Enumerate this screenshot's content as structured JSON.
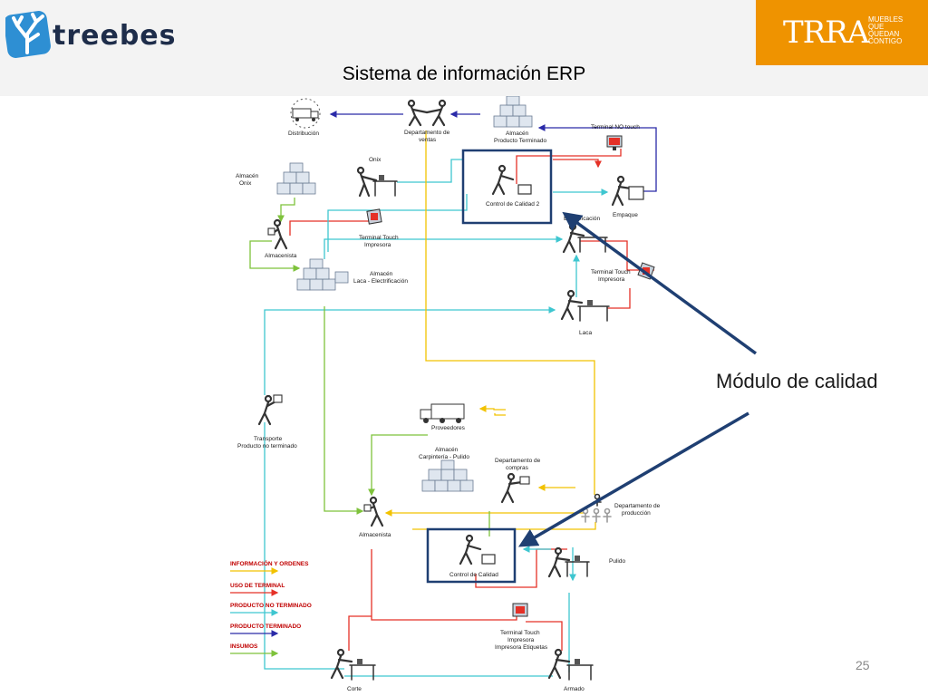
{
  "header": {
    "logo_text": "treebes",
    "brand_mark": "TRRA",
    "brand_tagline": [
      "MUEBLES",
      "QUE",
      "QUEDAN",
      "CONTIGO"
    ]
  },
  "title": "Sistema de información ERP",
  "callout": {
    "label": "Módulo de calidad"
  },
  "page_number": "25",
  "colors": {
    "informacion_ordenes": "#f2c200",
    "uso_de_terminal": "#e53127",
    "producto_no_terminado": "#3ec6d0",
    "producto_terminado": "#2a2aa8",
    "insumos": "#7ec23b",
    "callout_arrow": "#1f3f72",
    "brand_orange": "#ef9300",
    "highlight_box": "#1f3f72"
  },
  "diagram": {
    "nodes": {
      "distribucion": "Distribución",
      "ventas": [
        "Departamento de",
        "ventas"
      ],
      "almacen_terminado": [
        "Almacén",
        "Producto Terminado"
      ],
      "terminal_no_touch": "Terminal NO touch",
      "almacen_onix": [
        "Almacén",
        "Onix"
      ],
      "onix": "Onix",
      "control_calidad_2": "Control de Calidad 2",
      "empaque": "Empaque",
      "almacenista_top": "Almacenista",
      "terminal_touch_1": [
        "Terminal Touch",
        "Impresora"
      ],
      "electrificacion": "Electrificación",
      "almacen_laca": [
        "Almacén",
        "Laca - Electrificación"
      ],
      "terminal_touch_2": [
        "Terminal Touch",
        "Impresora"
      ],
      "laca": "Laca",
      "transporte": [
        "Transporte",
        "Producto no terminado"
      ],
      "proveedores": "Proveedores",
      "almacen_carpinteria": [
        "Almacén",
        "Carpintería - Pulido"
      ],
      "compras": [
        "Departamento de",
        "compras"
      ],
      "produccion": [
        "Departamento de",
        "producción"
      ],
      "almacenista_bottom": "Almacenista",
      "control_calidad": "Control de Calidad",
      "pulido": "Pulido",
      "terminal_touch_3": [
        "Terminal Touch",
        "Impresora",
        "Impresora Etiquetas"
      ],
      "corte": "Corte",
      "armado": "Armado"
    },
    "legend": [
      {
        "label": "INFORMACIÓN Y ORDENES",
        "color": "#f2c200"
      },
      {
        "label": "USO DE TERMINAL",
        "color": "#e53127"
      },
      {
        "label": "PRODUCTO NO TERMINADO",
        "color": "#3ec6d0"
      },
      {
        "label": "PRODUCTO TERMINADO",
        "color": "#2a2aa8"
      },
      {
        "label": "INSUMOS",
        "color": "#7ec23b"
      }
    ]
  }
}
